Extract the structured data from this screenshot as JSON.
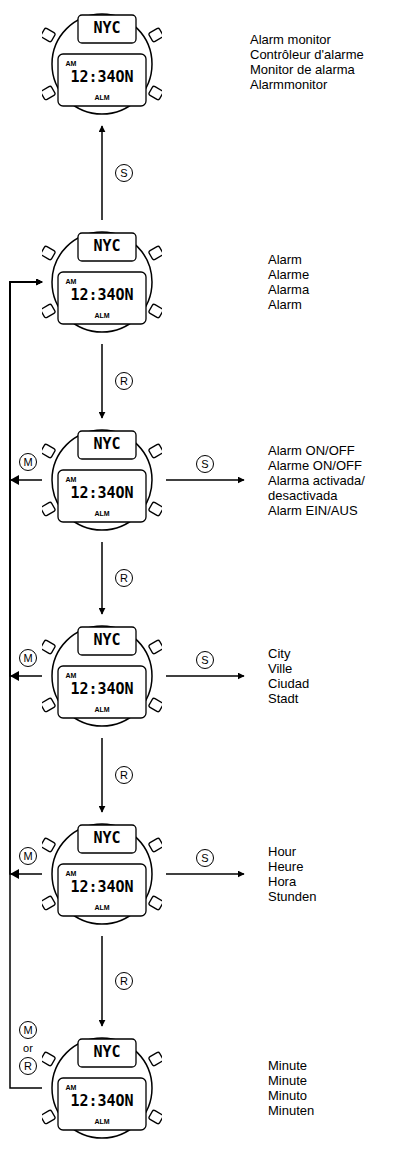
{
  "diagram": {
    "nodes": [
      {
        "text": [
          "NYC",
          "AM",
          "12:34ON",
          "ALM"
        ]
      },
      {
        "text": [
          "NYC",
          "AM",
          "12:34ON",
          "ALM"
        ]
      },
      {
        "text": [
          "NYC",
          "AM",
          "12:34ON",
          "ALM"
        ]
      },
      {
        "text": [
          "NYC",
          "AM",
          "12:34ON",
          "ALM"
        ]
      },
      {
        "text": [
          "NYC",
          "AM",
          "12:34ON",
          "ALM"
        ]
      },
      {
        "text": [
          "NYC",
          "AM",
          "12:34ON",
          "ALM"
        ]
      }
    ],
    "edges": [
      {
        "from": 1,
        "to": 0,
        "arrow": "to",
        "label": "S"
      },
      {
        "from": 1,
        "to": 2,
        "arrow": "to",
        "label": "R"
      },
      {
        "from": 2,
        "to": 3,
        "arrow": "to",
        "label": "R"
      },
      {
        "from": 3,
        "to": 4,
        "arrow": "to",
        "label": "R"
      },
      {
        "from": 4,
        "to": 5,
        "arrow": "to",
        "label": "R"
      },
      {
        "from": 2,
        "to": 1,
        "arrow": "to",
        "label": "M"
      },
      {
        "from": 3,
        "to": 1,
        "arrow": "to",
        "label": "M"
      },
      {
        "from": 4,
        "to": 1,
        "arrow": "to",
        "label": "M"
      },
      {
        "from": 5,
        "to": 1,
        "arrow": "to",
        "label": "M"
      }
    ],
    "labels": [
      "Alarm monitor",
      "Contrôleur d'alarme",
      "Monitor de alarma",
      "Alarmmonitor",
      "Alarm",
      "Alarme",
      "Alarma",
      "Alarm",
      "S",
      "Alarm ON/OFF",
      "Alarme ON/OFF",
      "Alarma activada/ desactivada",
      "Alarm EIN/AUS",
      "S",
      "City",
      "Ville",
      "Ciudad",
      "Stadt",
      "S",
      "Hour",
      "Heure",
      "Hora",
      "Stunden",
      "or",
      "R",
      "Minute",
      "Minute",
      "Minuto",
      "Minuten"
    ]
  }
}
